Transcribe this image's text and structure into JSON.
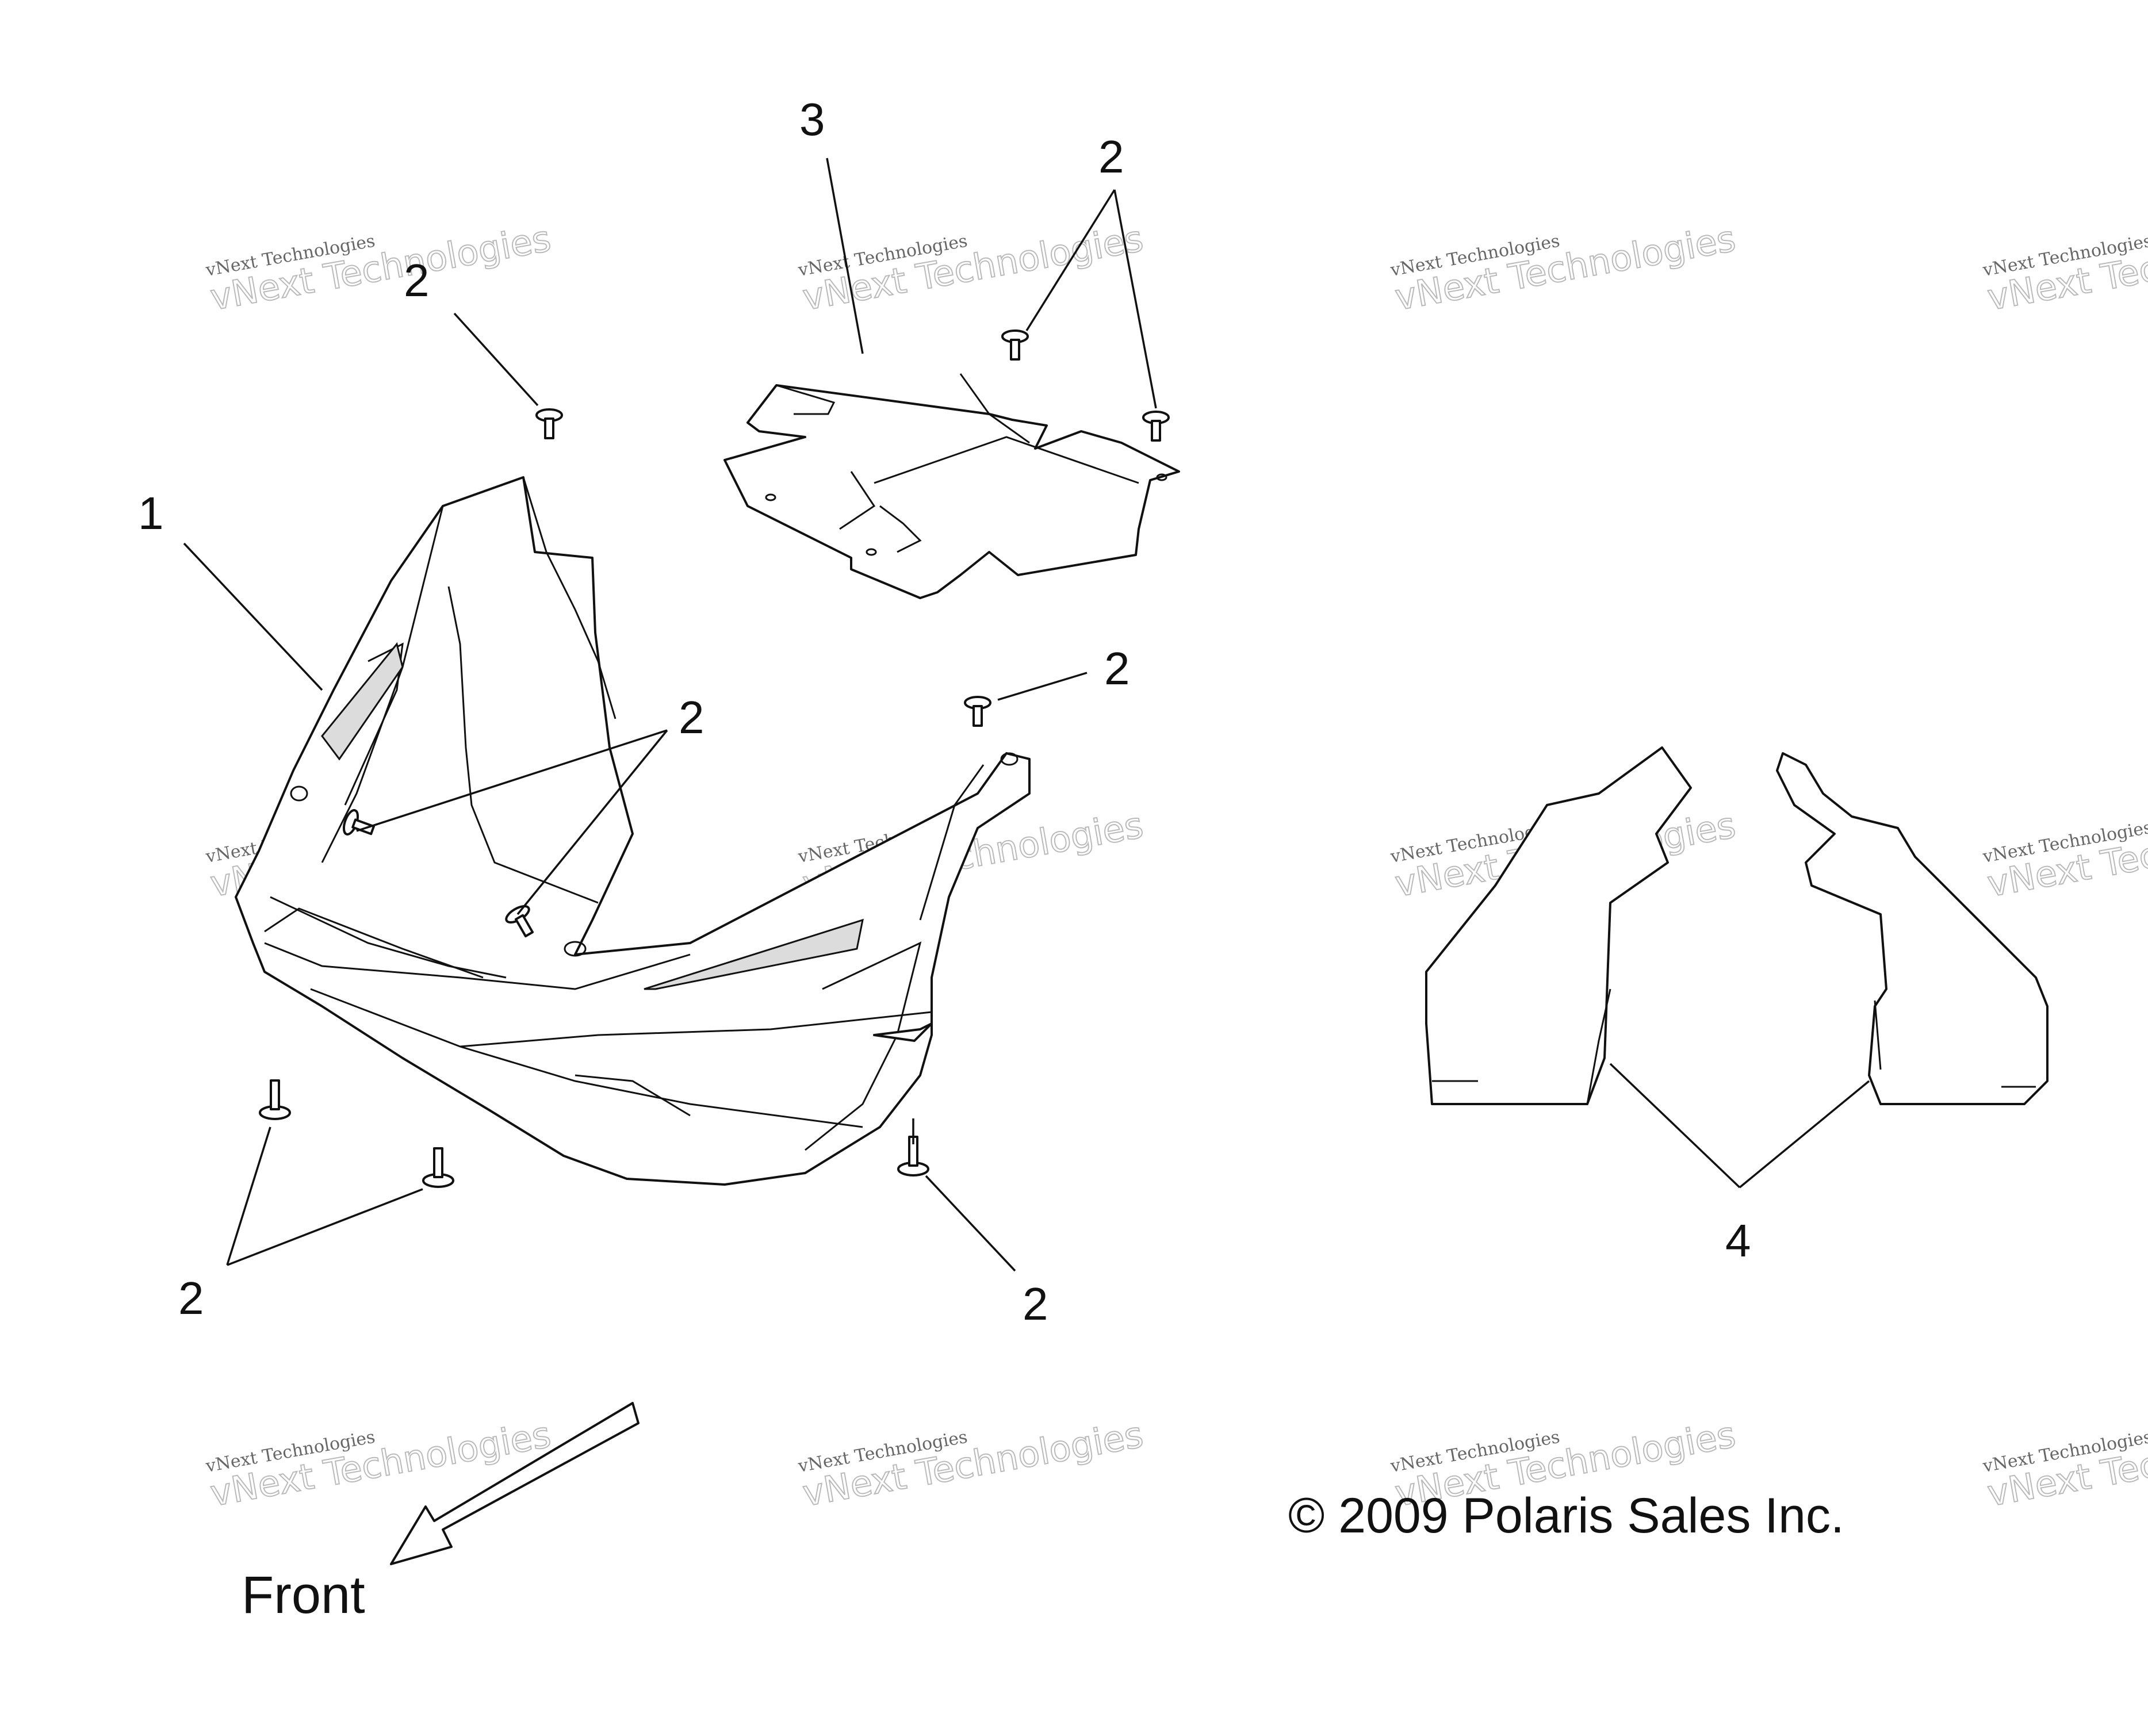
{
  "callouts": {
    "part1": "1",
    "part3": "3",
    "part4": "4",
    "fastener": "2"
  },
  "direction_label": "Front",
  "copyright": "© 2009 Polaris Sales Inc.",
  "watermark": {
    "line1": "vNext Technologies",
    "line2": "vNext Technologies"
  },
  "colors": {
    "line": "#111111",
    "background": "#ffffff"
  }
}
